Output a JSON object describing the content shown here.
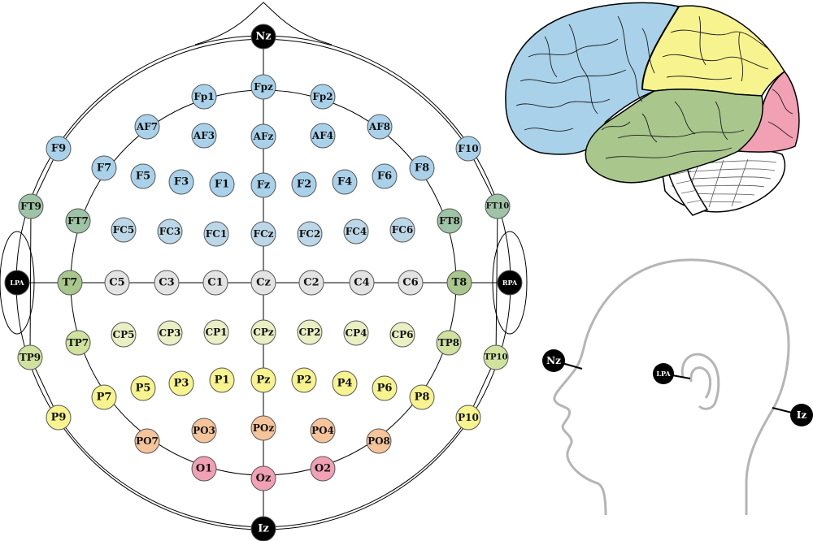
{
  "colors": {
    "frontal": "#a9d2ea",
    "frontocentral": "#bcd8e8",
    "central_grey": "#e3e3e3",
    "temporal_green": "#9fc3a6",
    "t_green": "#a9c78c",
    "centroparietal": "#eaf0c4",
    "tp_green": "#cfe29e",
    "parietal": "#f7f38f",
    "parieto_occipital": "#f5c49a",
    "occipital": "#f2a0b3",
    "fiducial": "#000000",
    "brain_frontal": "#a9d2ea",
    "brain_parietal": "#f7f38f",
    "brain_temporal": "#a9c78c",
    "brain_occipital": "#f2a0b3",
    "head_outline": "#b5b5b5"
  },
  "electrodes": [
    {
      "label": "Nz",
      "group": "fiducial"
    },
    {
      "label": "Fpz",
      "group": "frontal"
    },
    {
      "label": "Fp1",
      "group": "frontal"
    },
    {
      "label": "Fp2",
      "group": "frontal"
    },
    {
      "label": "AF7",
      "group": "frontal"
    },
    {
      "label": "AF3",
      "group": "frontal"
    },
    {
      "label": "AFz",
      "group": "frontal"
    },
    {
      "label": "AF4",
      "group": "frontal"
    },
    {
      "label": "AF8",
      "group": "frontal"
    },
    {
      "label": "F9",
      "group": "frontal"
    },
    {
      "label": "F7",
      "group": "frontal"
    },
    {
      "label": "F5",
      "group": "frontal"
    },
    {
      "label": "F3",
      "group": "frontal"
    },
    {
      "label": "F1",
      "group": "frontal"
    },
    {
      "label": "Fz",
      "group": "frontal"
    },
    {
      "label": "F2",
      "group": "frontal"
    },
    {
      "label": "F4",
      "group": "frontal"
    },
    {
      "label": "F6",
      "group": "frontal"
    },
    {
      "label": "F8",
      "group": "frontal"
    },
    {
      "label": "F10",
      "group": "frontal"
    },
    {
      "label": "FT9",
      "group": "temporal_green"
    },
    {
      "label": "FT7",
      "group": "temporal_green"
    },
    {
      "label": "FC5",
      "group": "frontocentral"
    },
    {
      "label": "FC3",
      "group": "frontocentral"
    },
    {
      "label": "FC1",
      "group": "frontocentral"
    },
    {
      "label": "FCz",
      "group": "frontocentral"
    },
    {
      "label": "FC2",
      "group": "frontocentral"
    },
    {
      "label": "FC4",
      "group": "frontocentral"
    },
    {
      "label": "FC6",
      "group": "frontocentral"
    },
    {
      "label": "FT8",
      "group": "temporal_green"
    },
    {
      "label": "FT10",
      "group": "temporal_green"
    },
    {
      "label": "LPA",
      "group": "fiducial"
    },
    {
      "label": "T7",
      "group": "t_green"
    },
    {
      "label": "C5",
      "group": "central_grey"
    },
    {
      "label": "C3",
      "group": "central_grey"
    },
    {
      "label": "C1",
      "group": "central_grey"
    },
    {
      "label": "Cz",
      "group": "central_grey"
    },
    {
      "label": "C2",
      "group": "central_grey"
    },
    {
      "label": "C4",
      "group": "central_grey"
    },
    {
      "label": "C6",
      "group": "central_grey"
    },
    {
      "label": "T8",
      "group": "t_green"
    },
    {
      "label": "RPA",
      "group": "fiducial"
    },
    {
      "label": "TP9",
      "group": "tp_green"
    },
    {
      "label": "TP7",
      "group": "tp_green"
    },
    {
      "label": "CP5",
      "group": "centroparietal"
    },
    {
      "label": "CP3",
      "group": "centroparietal"
    },
    {
      "label": "CP1",
      "group": "centroparietal"
    },
    {
      "label": "CPz",
      "group": "centroparietal"
    },
    {
      "label": "CP2",
      "group": "centroparietal"
    },
    {
      "label": "CP4",
      "group": "centroparietal"
    },
    {
      "label": "CP6",
      "group": "centroparietal"
    },
    {
      "label": "TP8",
      "group": "tp_green"
    },
    {
      "label": "TP10",
      "group": "tp_green"
    },
    {
      "label": "P9",
      "group": "parietal"
    },
    {
      "label": "P7",
      "group": "parietal"
    },
    {
      "label": "P5",
      "group": "parietal"
    },
    {
      "label": "P3",
      "group": "parietal"
    },
    {
      "label": "P1",
      "group": "parietal"
    },
    {
      "label": "Pz",
      "group": "parietal"
    },
    {
      "label": "P2",
      "group": "parietal"
    },
    {
      "label": "P4",
      "group": "parietal"
    },
    {
      "label": "P6",
      "group": "parietal"
    },
    {
      "label": "P8",
      "group": "parietal"
    },
    {
      "label": "P10",
      "group": "parietal"
    },
    {
      "label": "PO7",
      "group": "parieto_occipital"
    },
    {
      "label": "PO3",
      "group": "parieto_occipital"
    },
    {
      "label": "POz",
      "group": "parieto_occipital"
    },
    {
      "label": "PO4",
      "group": "parieto_occipital"
    },
    {
      "label": "PO8",
      "group": "parieto_occipital"
    },
    {
      "label": "O1",
      "group": "occipital"
    },
    {
      "label": "Oz",
      "group": "occipital"
    },
    {
      "label": "O2",
      "group": "occipital"
    },
    {
      "label": "Iz",
      "group": "fiducial"
    }
  ],
  "profile": {
    "labels": [
      {
        "label": "Nz"
      },
      {
        "label": "LPA"
      },
      {
        "label": "Iz"
      }
    ]
  }
}
